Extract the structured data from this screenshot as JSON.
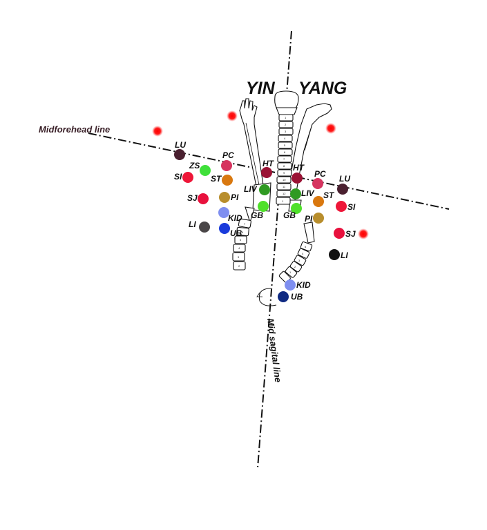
{
  "titles": {
    "yin": "YIN",
    "yang": "YANG"
  },
  "lines": {
    "midforehead": "Midforehead line",
    "midsagittal": "Mid sagital line"
  },
  "labels": {
    "yin": {
      "LU": "LU",
      "PC": "PC",
      "ZS": "ZS",
      "SI": "SI",
      "ST": "ST",
      "HT": "HT",
      "LIV": "LIV",
      "SJ": "SJ",
      "PI": "PI",
      "GB": "GB",
      "KID": "KID",
      "LI": "LI",
      "UB": "UB"
    },
    "yang": {
      "HT": "HT",
      "PC": "PC",
      "LU": "LU",
      "LIV": "LIV",
      "ST": "ST",
      "SI": "SI",
      "GB": "GB",
      "PI": "PI",
      "SJ": "SJ",
      "LI": "LI",
      "KID": "KID",
      "UB": "UB"
    }
  },
  "colors": {
    "LU": "#4a2030",
    "PC": "#d6345f",
    "ZS": "#3fe03a",
    "SI": "#ee1638",
    "ST": "#d9780f",
    "HT": "#9a1234",
    "LIV": "#2f9a22",
    "SJ": "#e8113d",
    "PI": "#b88e2d",
    "GB": "#4fe02a",
    "KID": "#7f8ff0",
    "UB_yin": "#1a3bdb",
    "UB_yang": "#0f2a82",
    "LI_yin": "#4a4648",
    "LI_yang": "#111111",
    "glow": "#ff1a1a",
    "text": "#111111",
    "line_label": "#3a2028"
  }
}
